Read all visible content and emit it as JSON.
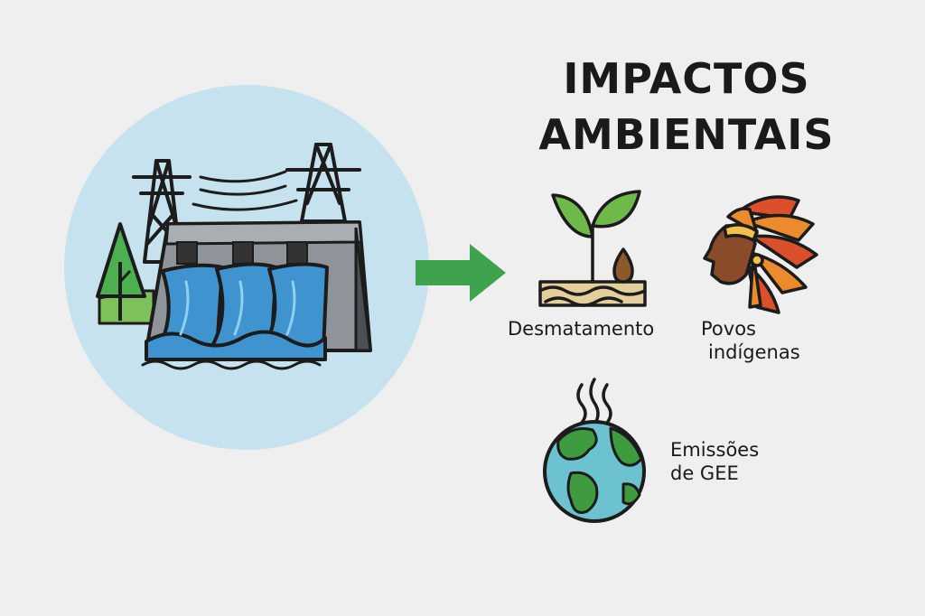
{
  "title": {
    "line1": "IMPACTOS",
    "line2": "AMBIENTAIS"
  },
  "impacts": [
    {
      "label": "Desmatamento",
      "icon": "sprout-icon"
    },
    {
      "label_line1": "Povos",
      "label_line2": "indígenas",
      "icon": "indigenous-person-icon"
    },
    {
      "label_line1": "Emissões",
      "label_line2": "de GEE",
      "icon": "earth-globe-icon"
    }
  ],
  "illustration": {
    "subject": "hydroelectric-dam-icon",
    "arrow": "right-arrow-icon"
  },
  "colors": {
    "background": "#efefef",
    "circle": "#c6e2ee",
    "water": "#3f93cf",
    "dam": "#8e9499",
    "arrow": "#3fa34d",
    "leaf": "#6fb84a",
    "headdress_red": "#d9502b",
    "headdress_orange": "#ec8a2e",
    "ocean": "#6cc3cf",
    "land": "#3f9b3f"
  }
}
